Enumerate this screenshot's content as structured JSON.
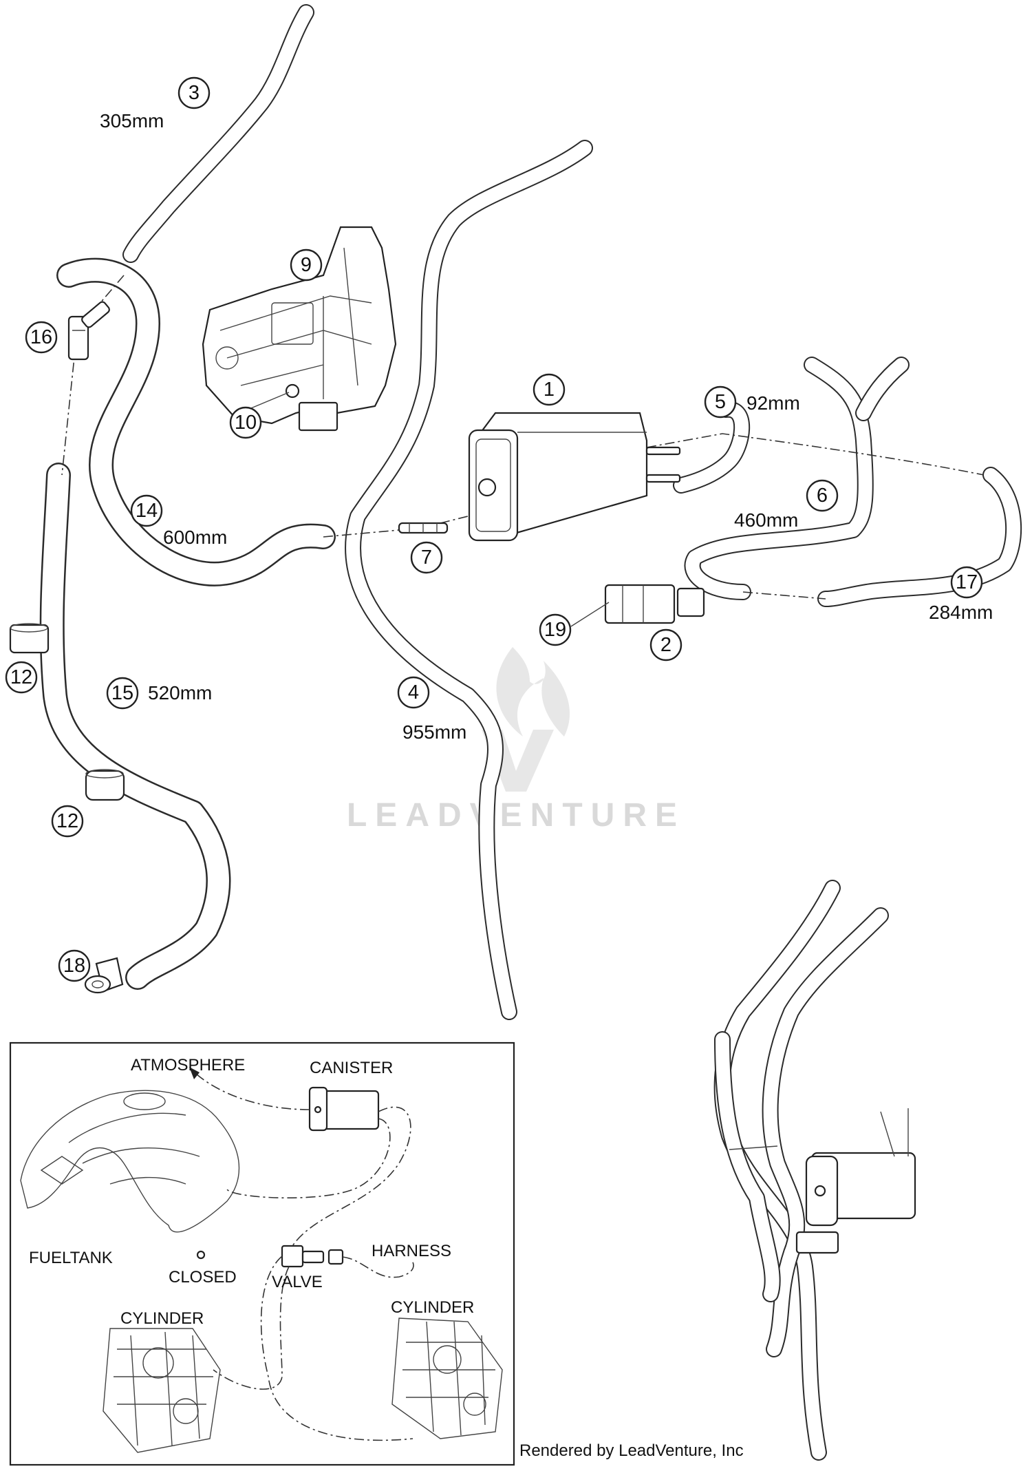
{
  "callouts": [
    {
      "n": "1"
    },
    {
      "n": "2"
    },
    {
      "n": "3"
    },
    {
      "n": "4"
    },
    {
      "n": "5"
    },
    {
      "n": "6"
    },
    {
      "n": "7"
    },
    {
      "n": "9"
    },
    {
      "n": "10"
    },
    {
      "n": "12"
    },
    {
      "n": "12"
    },
    {
      "n": "14"
    },
    {
      "n": "15"
    },
    {
      "n": "16"
    },
    {
      "n": "17"
    },
    {
      "n": "18"
    },
    {
      "n": "19"
    }
  ],
  "dimensions": {
    "d3": "305mm",
    "d5": "92mm",
    "d6": "460mm",
    "d14": "600mm",
    "d15": "520mm",
    "d4": "955mm",
    "d17": "284mm"
  },
  "inset": {
    "atmosphere": "ATMOSPHERE",
    "canister": "CANISTER",
    "fueltank": "FUELTANK",
    "closed": "CLOSED",
    "valve": "VALVE",
    "harness": "HARNESS",
    "cylinder_left": "CYLINDER",
    "cylinder_right": "CYLINDER"
  },
  "watermark": "LEADVENTURE",
  "credit": "Rendered by LeadVenture, Inc"
}
